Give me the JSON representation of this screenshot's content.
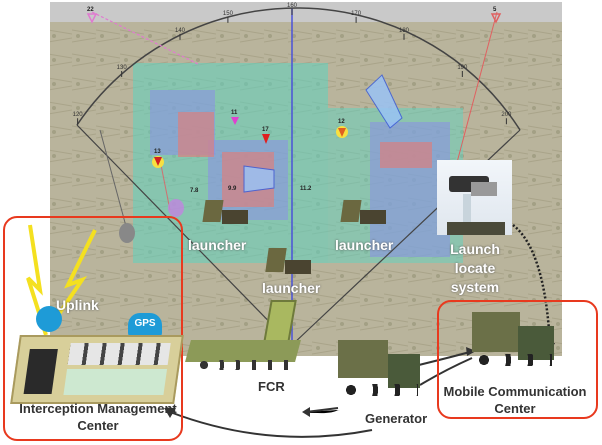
{
  "map": {
    "bearing_ticks": [
      "120",
      "130",
      "140",
      "150",
      "160",
      "170",
      "180",
      "190",
      "200"
    ],
    "track_markers": [
      "22",
      "5"
    ],
    "target_markers": [
      "11",
      "17",
      "13",
      "12"
    ],
    "range_readouts": [
      "7.8",
      "9.9",
      "11.2"
    ]
  },
  "labels": {
    "launcher_left": "launcher",
    "launcher_center": "launcher",
    "launcher_right": "launcher",
    "launch_locate": "Launch locate system",
    "uplink": "Uplink",
    "gps": "GPS",
    "imc": "Interception Management Center",
    "fcr": "FCR",
    "generator": "Generator",
    "mcc": "Mobile Communication Center"
  },
  "colors": {
    "highlight_box": "#e8391e",
    "coverage_green": "#5fd3c0",
    "coverage_blue": "#8a8ee8",
    "threat_red": "#d88080"
  }
}
